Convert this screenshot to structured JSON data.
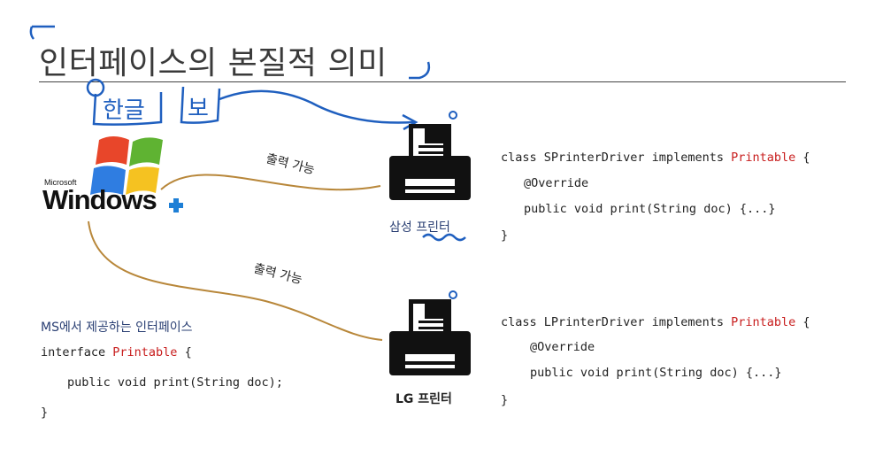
{
  "slide": {
    "title": "인터페이스의 본질적 의미",
    "windows_logo": {
      "brand_small": "Microsoft",
      "brand": "Windows"
    },
    "printers": [
      {
        "caption": "삼성 프린터"
      },
      {
        "caption": "LG 프린터"
      }
    ],
    "curve_labels": [
      "출력 가능",
      "출력 가능"
    ],
    "handwriting": {
      "note1": "한글",
      "note2": "보"
    },
    "samsung_code": {
      "line1_a": "class SPrinterDriver implements ",
      "line1_kw": "Printable",
      "line1_b": " {",
      "line2": "@Override",
      "line3": "public void print(String doc) {...}",
      "line4": "}"
    },
    "lg_code": {
      "line1_a": "class LPrinterDriver implements ",
      "line1_kw": "Printable",
      "line1_b": " {",
      "line2": "@Override",
      "line3": "public void print(String doc) {...}",
      "line4": "}"
    },
    "ms_interface": {
      "caption": "MS에서 제공하는 인터페이스",
      "line1_a": "interface ",
      "line1_kw": "Printable",
      "line1_b": " {",
      "line2": "public void print(String doc);",
      "line3": "}"
    },
    "colors": {
      "keyword": "#c81e1e",
      "curve": "#b8873a",
      "ink_blue": "#1f5fbf",
      "title": "#3a3a3a"
    }
  }
}
